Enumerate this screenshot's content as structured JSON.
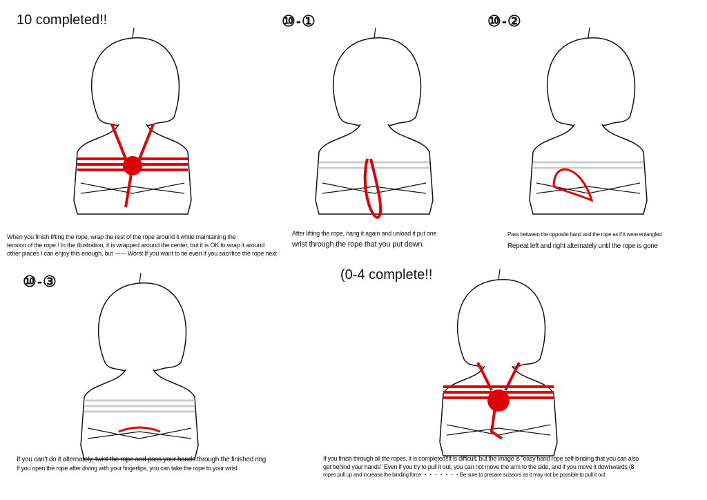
{
  "panels": [
    {
      "title": "⑩ completed!!",
      "title_text": "10 completed!!",
      "caption": [
        "When you finish lifting the rope, wrap the rest of the rope around it while maintaining the",
        "tension of the rope.! In the illustration, it is wrapped around the center, but it is OK to wrap it around",
        "other places I can enjoy this enough, but ------ Worst If you want to tie even if you sacrifice the rope next"
      ]
    },
    {
      "title": "⑩-①",
      "caption": [
        "After lifting the rope, hang it again and unload it put one",
        "wrist through the rope that you put down."
      ]
    },
    {
      "title": "⑩-②",
      "caption": [
        "Pass between the opposite hand and the rope as if it were entangled",
        "Repeat left and right alternately until the rope is gone"
      ]
    },
    {
      "title": "⑩-③",
      "caption": [
        "If you can't do it alternately, twist the rope and pass your hands through the finished ring",
        "If you open the rope after diving with your fingertips, you can take the rope to your wrist"
      ]
    },
    {
      "title": "(0-4 complete!!",
      "caption": [
        "If you finish through all the ropes, it is completed!!It is difficult, but the image is \"easy hand rope self-binding that you can also",
        "get behind your hands\" Even if you try to pull it out, you can not move the arm to the side, and if you move it downwards (8",
        "ropes pull up and increase the binding force ・・・・・・・Be sure to prepare scissors as it may not be possible to pull it out"
      ]
    }
  ],
  "colors": {
    "rope": "#e00000",
    "line": "#111111",
    "rope_light": "#dddddd"
  }
}
